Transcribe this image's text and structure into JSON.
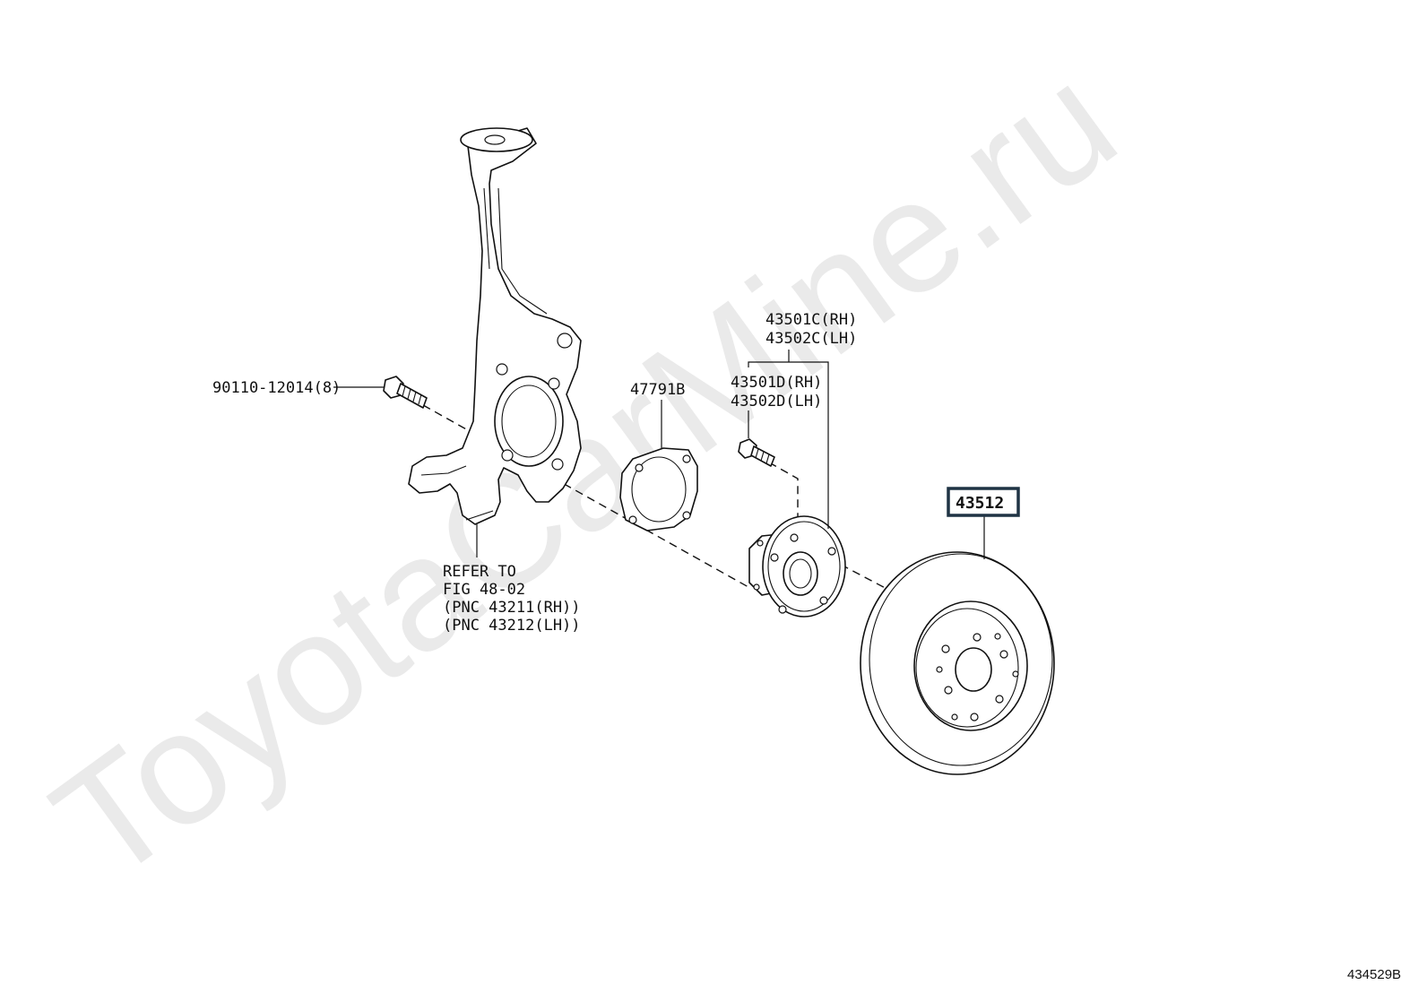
{
  "watermark": {
    "text": "ToyotaCarMine.ru",
    "color": "#d9d9d9"
  },
  "diagram_code": "434529B",
  "parts": {
    "bolt_knuckle": {
      "label": "90110-12014(8)"
    },
    "knuckle_reference": {
      "lines": [
        "REFER TO",
        "FIG 48-02",
        "(PNC 43211(RH))",
        "(PNC 43212(LH))"
      ]
    },
    "dust_cover": {
      "label": "47791B"
    },
    "hub_assembly": {
      "labels": [
        "43501C(RH)",
        "43502C(LH)"
      ]
    },
    "hub_bolt": {
      "labels": [
        "43501D(RH)",
        "43502D(LH)"
      ]
    },
    "brake_disc": {
      "label": "43512",
      "highlight_color": "#1f3344"
    }
  }
}
